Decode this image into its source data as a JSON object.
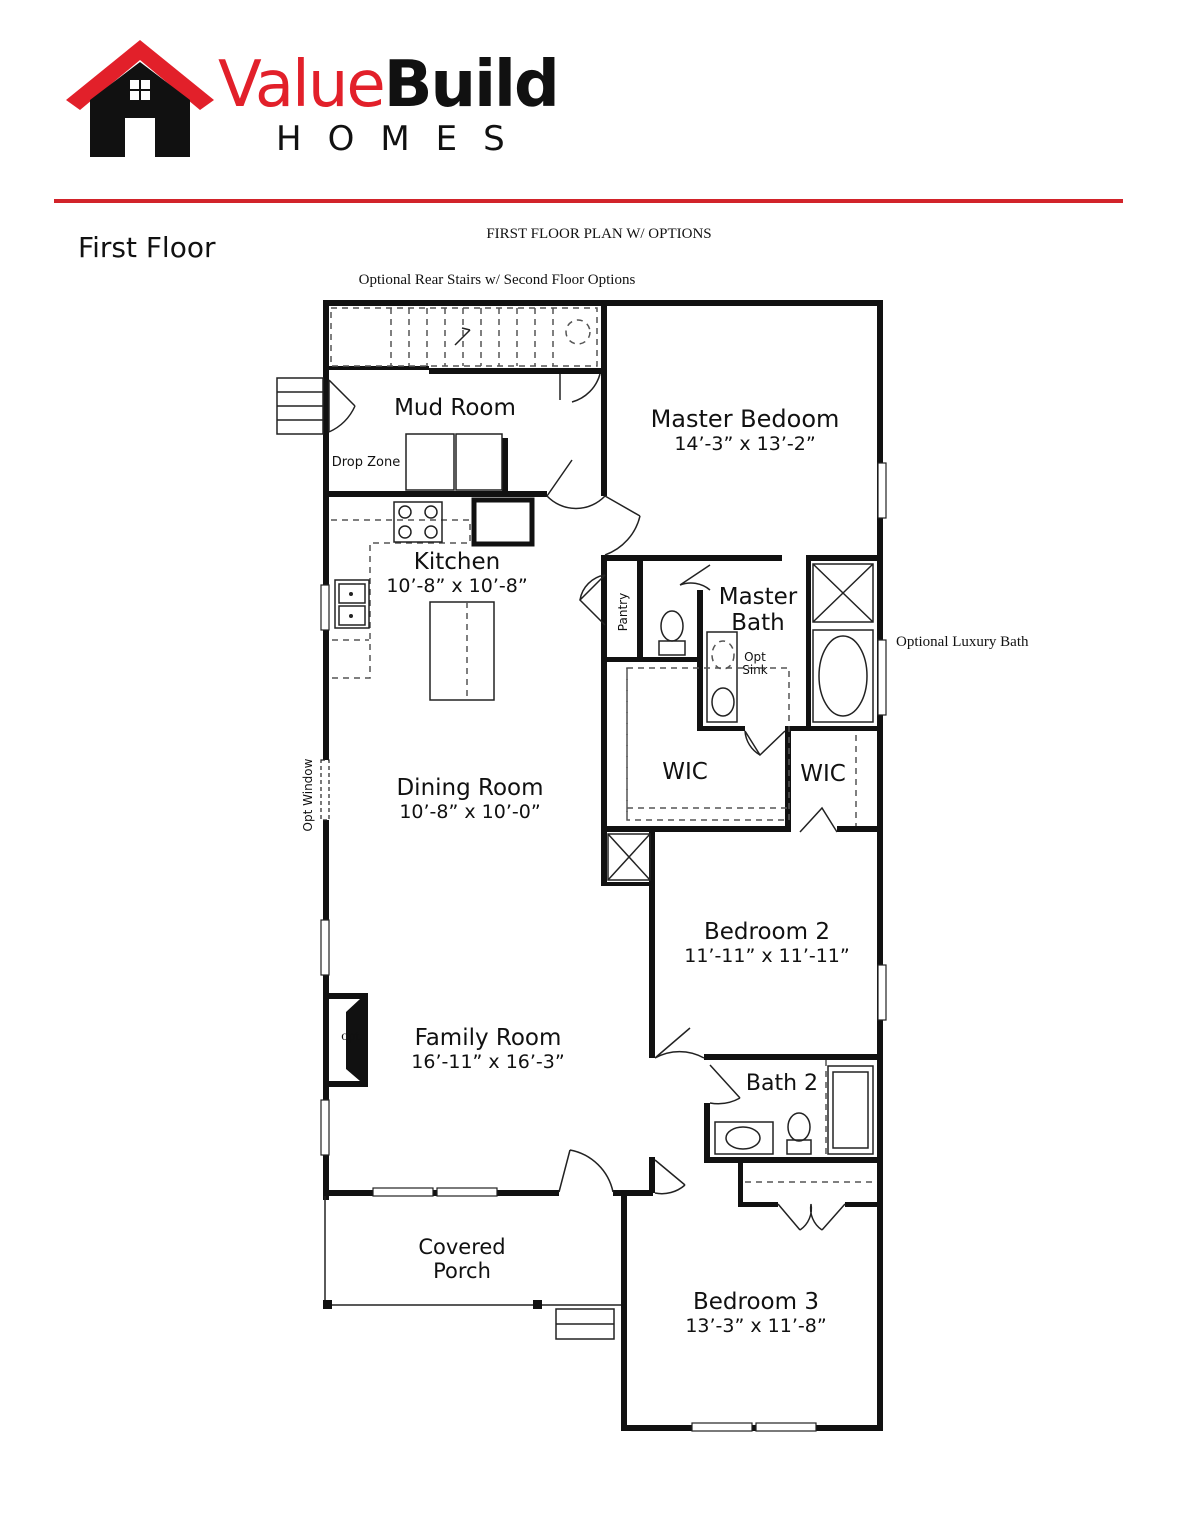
{
  "header": {
    "brand_main_a": "Value",
    "brand_main_b": "Build",
    "brand_sub": "HOMES",
    "accent_color": "#e2202a",
    "logo_icon": "house-icon"
  },
  "page_title": "First Floor",
  "plan": {
    "title": "FIRST FLOOR PLAN W/ OPTIONS",
    "note_rear_stairs": "Optional Rear Stairs w/ Second Floor Options",
    "note_luxury_bath": "Optional Luxury Bath",
    "note_opt_window": "Opt Window",
    "note_opt_fireplace": "opt.",
    "note_drop_zone": "Drop Zone",
    "note_pantry": "Pantry",
    "note_opt_sink_a": "Opt",
    "note_opt_sink_b": "Sink"
  },
  "rooms": {
    "mud_room": {
      "name": "Mud Room"
    },
    "master_bedroom": {
      "name": "Master Bedoom",
      "size": "14’-3” x 13’-2”"
    },
    "kitchen": {
      "name": "Kitchen",
      "size": "10’-8” x 10’-8”"
    },
    "master_bath": {
      "name_a": "Master",
      "name_b": "Bath"
    },
    "wic_1": {
      "name": "WIC"
    },
    "wic_2": {
      "name": "WIC"
    },
    "dining_room": {
      "name": "Dining Room",
      "size": "10’-8” x 10’-0”"
    },
    "bedroom_2": {
      "name": "Bedroom 2",
      "size": "11’-11” x 11’-11”"
    },
    "family_room": {
      "name": "Family Room",
      "size": "16’-11” x 16’-3”"
    },
    "bath_2": {
      "name": "Bath 2"
    },
    "covered_porch": {
      "name_a": "Covered",
      "name_b": "Porch"
    },
    "bedroom_3": {
      "name": "Bedroom 3",
      "size": "13’-3” x 11’-8”"
    }
  }
}
